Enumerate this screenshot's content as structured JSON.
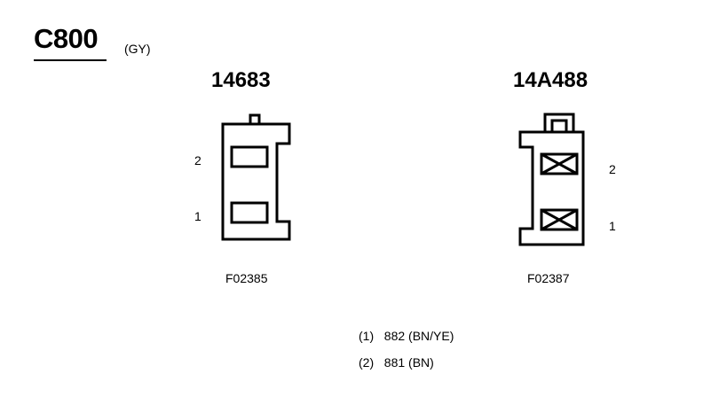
{
  "connector": {
    "id": "C800",
    "color_code": "(GY)"
  },
  "left_view": {
    "part_number": "14683",
    "pins": [
      "2",
      "1"
    ],
    "figure_id": "F02385"
  },
  "right_view": {
    "part_number": "14A488",
    "pins": [
      "2",
      "1"
    ],
    "figure_id": "F02387"
  },
  "circuits": [
    {
      "pin": "(1)",
      "circuit": "882 (BN/YE)"
    },
    {
      "pin": "(2)",
      "circuit": "881 (BN)"
    }
  ]
}
